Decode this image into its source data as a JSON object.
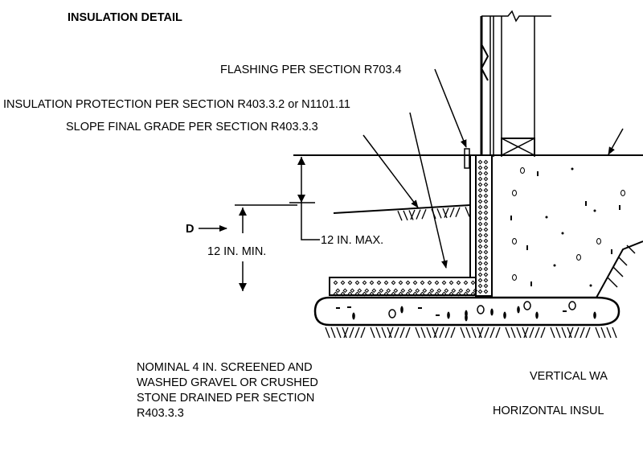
{
  "title": "INSULATION DETAIL",
  "labels": {
    "flashing": "FLASHING PER SECTION R703.4",
    "insulation_protection": "INSULATION PROTECTION PER SECTION R403.3.2 or N1101.11",
    "slope_grade": "SLOPE FINAL GRADE PER SECTION R403.3.3",
    "d_marker": "D",
    "max_dim": "12 IN. MAX.",
    "min_dim": "12 IN. MIN.",
    "gravel_note": [
      "NOMINAL 4 IN. SCREENED AND",
      "WASHED GRAVEL OR CRUSHED",
      "STONE DRAINED PER SECTION",
      "R403.3.3"
    ],
    "vertical_wall": "VERTICAL WA",
    "horizontal_insul": "HORIZONTAL INSUL"
  }
}
